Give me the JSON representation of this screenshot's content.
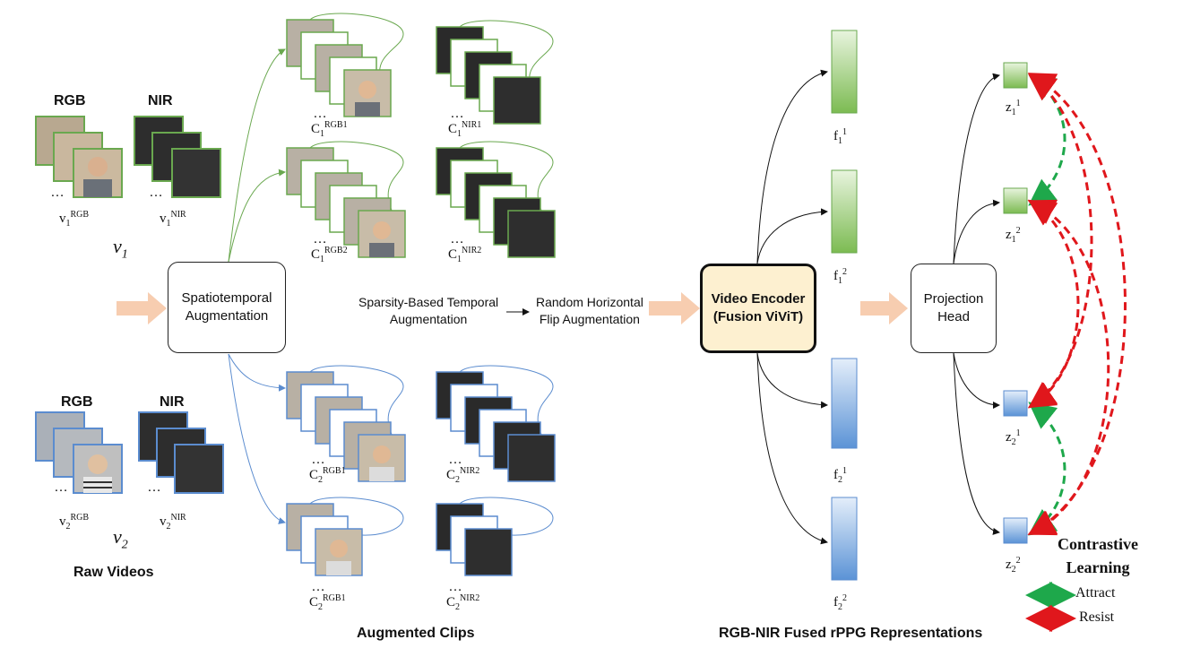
{
  "v1": {
    "rgb_label": "RGB",
    "nir_label": "NIR",
    "rgb_sym_base": "v",
    "rgb_sym_sub": "1",
    "rgb_sym_sup": "RGB",
    "nir_sym_base": "v",
    "nir_sym_sub": "1",
    "nir_sym_sup": "NIR",
    "var_base": "v",
    "var_sub": "1"
  },
  "v2": {
    "rgb_label": "RGB",
    "nir_label": "NIR",
    "rgb_sym_base": "v",
    "rgb_sym_sub": "2",
    "rgb_sym_sup": "RGB",
    "nir_sym_base": "v",
    "nir_sym_sub": "2",
    "nir_sym_sup": "NIR",
    "var_base": "v",
    "var_sub": "2"
  },
  "ellipsis": "…",
  "raw_videos": "Raw Videos",
  "spatiotemporal": "Spatiotemporal\nAugmentation",
  "sparsity": "Sparsity-Based Temporal\nAugmentation",
  "flip": "Random Horizontal\nFlip Augmentation",
  "encoder": "Video Encoder\n(Fusion ViViT)",
  "projection": "Projection\nHead",
  "clips": [
    {
      "base": "C",
      "sub": "1",
      "sup": "RGB1"
    },
    {
      "base": "C",
      "sub": "1",
      "sup": "NIR1"
    },
    {
      "base": "C",
      "sub": "1",
      "sup": "RGB2"
    },
    {
      "base": "C",
      "sub": "1",
      "sup": "NIR2"
    },
    {
      "base": "C",
      "sub": "2",
      "sup": "RGB1"
    },
    {
      "base": "C",
      "sub": "2",
      "sup": "NIR2"
    },
    {
      "base": "C",
      "sub": "2",
      "sup": "RGB1"
    },
    {
      "base": "C",
      "sub": "2",
      "sup": "NIR2"
    }
  ],
  "augmented_clips": "Augmented Clips",
  "features": [
    {
      "base": "f",
      "sub": "1",
      "sup": "1"
    },
    {
      "base": "f",
      "sub": "1",
      "sup": "2"
    },
    {
      "base": "f",
      "sub": "2",
      "sup": "1"
    },
    {
      "base": "f",
      "sub": "2",
      "sup": "2"
    }
  ],
  "fused_title": "RGB-NIR Fused rPPG Representations",
  "projections": [
    {
      "base": "z",
      "sub": "1",
      "sup": "1"
    },
    {
      "base": "z",
      "sub": "1",
      "sup": "2"
    },
    {
      "base": "z",
      "sub": "2",
      "sup": "1"
    },
    {
      "base": "z",
      "sub": "2",
      "sup": "2"
    }
  ],
  "contrastive": "Contrastive\nLearning",
  "legend": {
    "attract": "Attract",
    "resist": "Resist"
  },
  "colors": {
    "green": "#6aa84f",
    "blue": "#5b8ccf",
    "arrow_orange": "#f7cdb0",
    "attract": "#1ea84b",
    "resist": "#e0171c"
  }
}
